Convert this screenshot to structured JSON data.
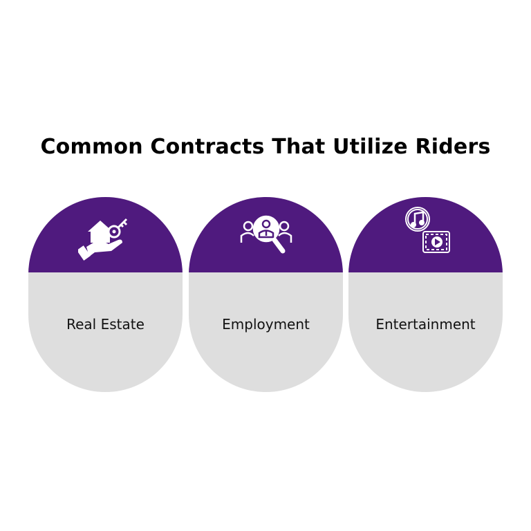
{
  "title": "Common Contracts That Utilize Riders",
  "colors": {
    "accent": "#4f1a7e",
    "card_bg": "#dedede",
    "text": "#111111"
  },
  "cards": [
    {
      "label": "Real Estate",
      "icon": "house-key-hand-icon"
    },
    {
      "label": "Employment",
      "icon": "people-search-icon"
    },
    {
      "label": "Entertainment",
      "icon": "music-video-icon"
    }
  ]
}
